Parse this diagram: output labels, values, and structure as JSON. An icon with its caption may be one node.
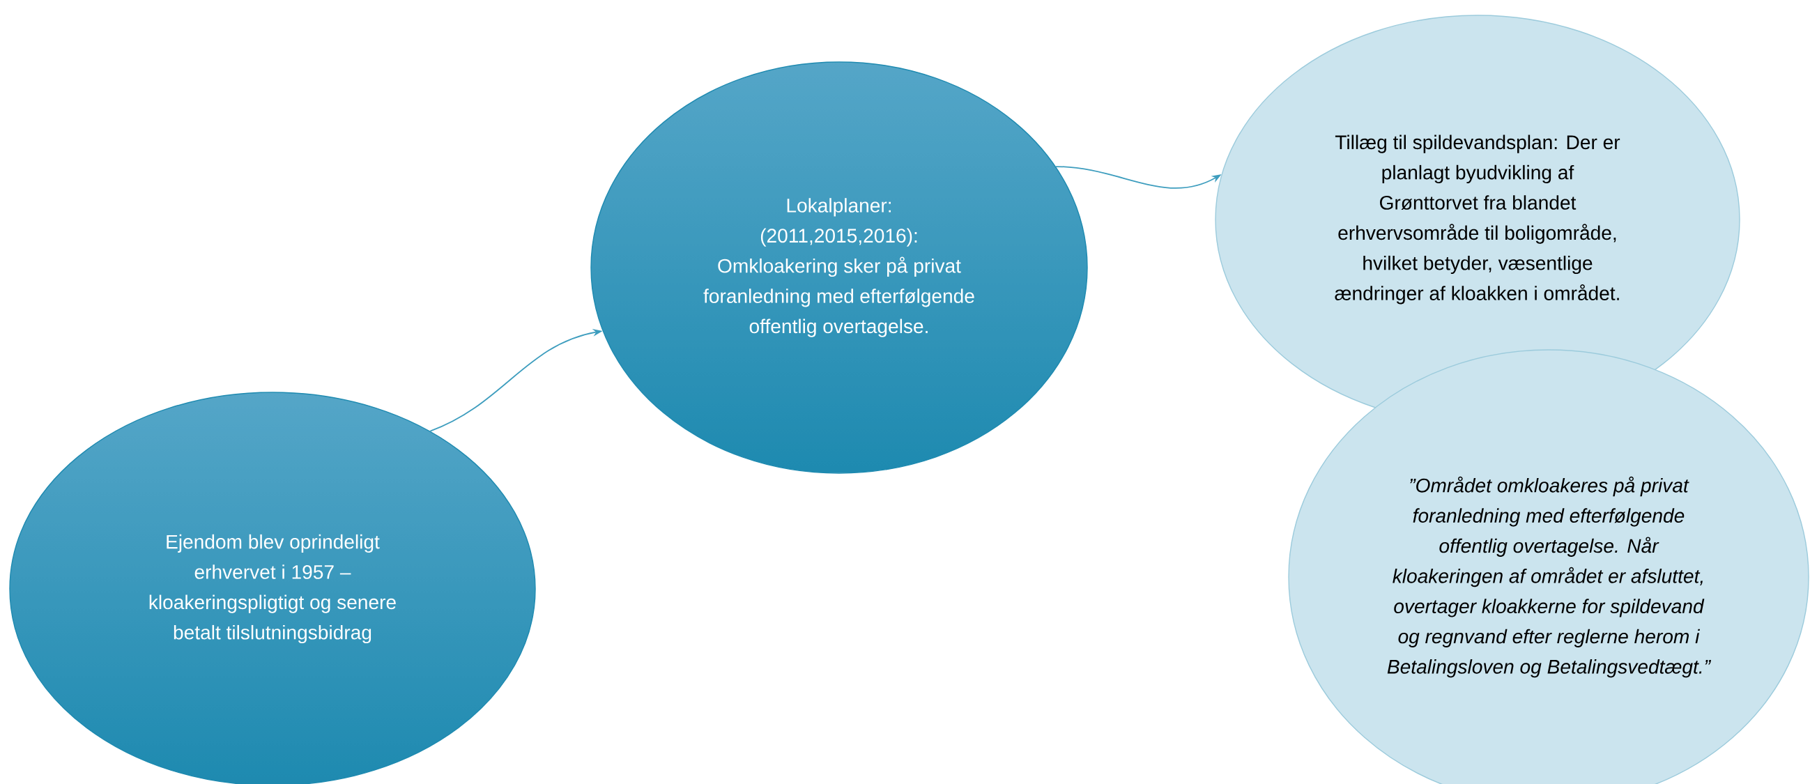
{
  "diagram": {
    "nodes": [
      {
        "text": [
          "Ejendom blev oprindeligt erhvervet i 1957 – kloakeringspligtigt og senere betalt tilslutningsbidrag"
        ]
      },
      {
        "text": [
          "Lokalplaner: (2011,2015,2016): Omkloakering sker på privat foranledning med efterfølgende offentlig overtagelse."
        ]
      },
      {
        "text": [
          "Tillæg til spildevandsplan: Der er planlagt byudvikling af Grønttorvet fra blandet erhvervsområde til boligområde, hvilket betyder, væsentlige ændringer af kloakken i området."
        ]
      },
      {
        "text": [
          "”Området omkloakeres på privat foranledning med efterfølgende offentlig overtagelse. Når kloakeringen af området er afsluttet, overtager kloakkerne for spildevand og regnvand efter reglerne herom i Betalingsloven og Betalingsvedtægt.”"
        ]
      }
    ],
    "edges": [
      {
        "from": 0,
        "to": 1,
        "arrow": "to"
      },
      {
        "from": 1,
        "to": 2,
        "arrow": "to"
      }
    ]
  }
}
